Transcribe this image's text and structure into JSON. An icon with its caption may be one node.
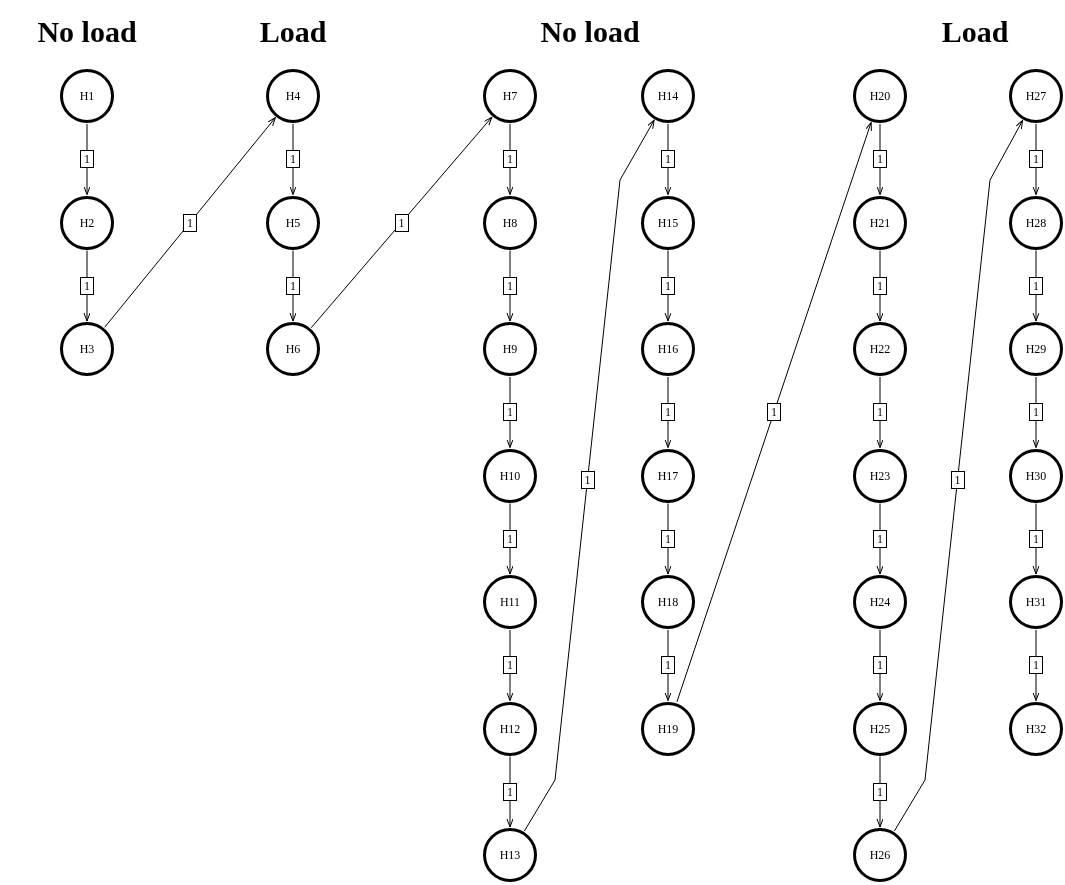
{
  "diagram": {
    "nodes": [
      {
        "text": [
          "H1"
        ]
      },
      {
        "text": [
          "H2"
        ]
      },
      {
        "text": [
          "H3"
        ]
      },
      {
        "text": [
          "H4"
        ]
      },
      {
        "text": [
          "H5"
        ]
      },
      {
        "text": [
          "H6"
        ]
      },
      {
        "text": [
          "H7"
        ]
      },
      {
        "text": [
          "H8"
        ]
      },
      {
        "text": [
          "H9"
        ]
      },
      {
        "text": [
          "H10"
        ]
      },
      {
        "text": [
          "H11"
        ]
      },
      {
        "text": [
          "H12"
        ]
      },
      {
        "text": [
          "H13"
        ]
      },
      {
        "text": [
          "H14"
        ]
      },
      {
        "text": [
          "H15"
        ]
      },
      {
        "text": [
          "H16"
        ]
      },
      {
        "text": [
          "H17"
        ]
      },
      {
        "text": [
          "H18"
        ]
      },
      {
        "text": [
          "H19"
        ]
      },
      {
        "text": [
          "H20"
        ]
      },
      {
        "text": [
          "H21"
        ]
      },
      {
        "text": [
          "H22"
        ]
      },
      {
        "text": [
          "H23"
        ]
      },
      {
        "text": [
          "H24"
        ]
      },
      {
        "text": [
          "H25"
        ]
      },
      {
        "text": [
          "H26"
        ]
      },
      {
        "text": [
          "H27"
        ]
      },
      {
        "text": [
          "H28"
        ]
      },
      {
        "text": [
          "H29"
        ]
      },
      {
        "text": [
          "H30"
        ]
      },
      {
        "text": [
          "H31"
        ]
      },
      {
        "text": [
          "H32"
        ]
      }
    ],
    "edges": [
      {
        "from": 0,
        "to": 1,
        "arrow": "to",
        "label": "1"
      },
      {
        "from": 1,
        "to": 2,
        "arrow": "to",
        "label": "1"
      },
      {
        "from": 2,
        "to": 3,
        "arrow": "to",
        "label": "1"
      },
      {
        "from": 3,
        "to": 4,
        "arrow": "to",
        "label": "1"
      },
      {
        "from": 4,
        "to": 5,
        "arrow": "to",
        "label": "1"
      },
      {
        "from": 5,
        "to": 6,
        "arrow": "to",
        "label": "1"
      },
      {
        "from": 6,
        "to": 7,
        "arrow": "to",
        "label": "1"
      },
      {
        "from": 7,
        "to": 8,
        "arrow": "to",
        "label": "1"
      },
      {
        "from": 8,
        "to": 9,
        "arrow": "to",
        "label": "1"
      },
      {
        "from": 9,
        "to": 10,
        "arrow": "to",
        "label": "1"
      },
      {
        "from": 10,
        "to": 11,
        "arrow": "to",
        "label": "1"
      },
      {
        "from": 11,
        "to": 12,
        "arrow": "to",
        "label": "1"
      },
      {
        "from": 12,
        "to": 13,
        "arrow": "to",
        "label": "1"
      },
      {
        "from": 13,
        "to": 14,
        "arrow": "to",
        "label": "1"
      },
      {
        "from": 14,
        "to": 15,
        "arrow": "to",
        "label": "1"
      },
      {
        "from": 15,
        "to": 16,
        "arrow": "to",
        "label": "1"
      },
      {
        "from": 16,
        "to": 17,
        "arrow": "to",
        "label": "1"
      },
      {
        "from": 17,
        "to": 18,
        "arrow": "to",
        "label": "1"
      },
      {
        "from": 18,
        "to": 19,
        "arrow": "to",
        "label": "1"
      },
      {
        "from": 19,
        "to": 20,
        "arrow": "to",
        "label": "1"
      },
      {
        "from": 20,
        "to": 21,
        "arrow": "to",
        "label": "1"
      },
      {
        "from": 21,
        "to": 22,
        "arrow": "to",
        "label": "1"
      },
      {
        "from": 22,
        "to": 23,
        "arrow": "to",
        "label": "1"
      },
      {
        "from": 23,
        "to": 24,
        "arrow": "to",
        "label": "1"
      },
      {
        "from": 24,
        "to": 25,
        "arrow": "to",
        "label": "1"
      },
      {
        "from": 25,
        "to": 26,
        "arrow": "to",
        "label": "1"
      },
      {
        "from": 26,
        "to": 27,
        "arrow": "to",
        "label": "1"
      },
      {
        "from": 27,
        "to": 28,
        "arrow": "to",
        "label": "1"
      },
      {
        "from": 28,
        "to": 29,
        "arrow": "to",
        "label": "1"
      },
      {
        "from": 29,
        "to": 30,
        "arrow": "to",
        "label": "1"
      },
      {
        "from": 30,
        "to": 31,
        "arrow": "to",
        "label": "1"
      }
    ],
    "labels": [
      "No load",
      "Load",
      "No load",
      "Load"
    ]
  }
}
